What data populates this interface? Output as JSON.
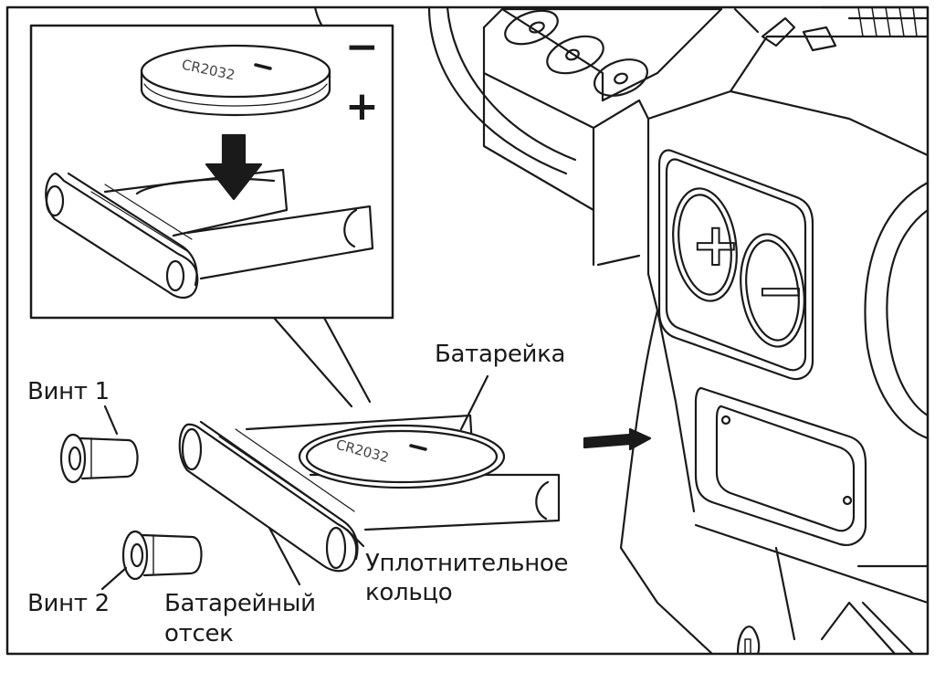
{
  "figure": {
    "title": "Battery replacement diagram",
    "labels": {
      "screw1": "Винт 1",
      "screw2": "Винт 2",
      "battery": "Батарейка",
      "battery_compartment_line1": "Батарейный",
      "battery_compartment_line2": "отсек",
      "seal_ring_line1": "Уплотнительное",
      "seal_ring_line2": "кольцо"
    },
    "inset": {
      "minus_sign": "−",
      "plus_sign": "+",
      "battery_marking": "CR2032",
      "battery_top_mark": "−"
    },
    "main": {
      "battery_marking": "CR2032",
      "battery_top_mark": "−",
      "device_button_plus": "+",
      "device_button_minus": "−"
    },
    "colors": {
      "ink": "#1a1a1a",
      "background": "#ffffff"
    }
  }
}
